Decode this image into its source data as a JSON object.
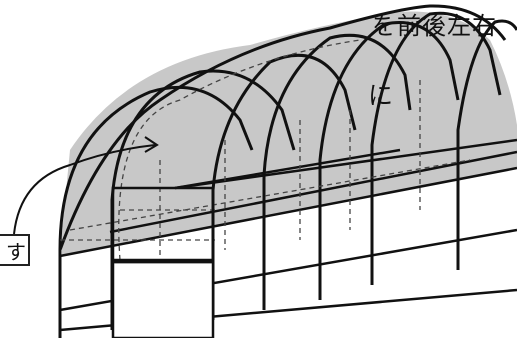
{
  "captions": {
    "line1": "を前後左右",
    "line2": "に"
  },
  "callout": {
    "text": "す"
  },
  "colors": {
    "net_fill": "#c8c8c8",
    "line": "#111111",
    "background": "#ffffff"
  }
}
